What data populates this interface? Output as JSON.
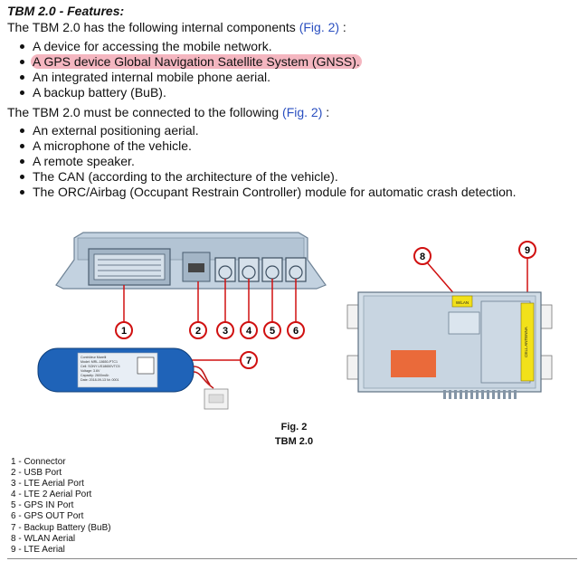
{
  "heading": "TBM 2.0 - Features:",
  "intro1": {
    "text": "The TBM 2.0 has the following internal components ",
    "ref": "(Fig. 2)",
    "tail": " :"
  },
  "internal": [
    "A device for accessing the mobile network.",
    "A GPS device Global Navigation Satellite System (GNSS).",
    "An integrated internal mobile phone aerial.",
    "A backup battery (BuB)."
  ],
  "intro2": {
    "text": "The TBM 2.0 must be connected to the following ",
    "ref": "(Fig. 2)",
    "tail": " :"
  },
  "external": [
    "An external positioning aerial.",
    "A microphone of the vehicle.",
    "A remote speaker.",
    "The CAN (according to the architecture of the vehicle).",
    "The ORC/Airbag (Occupant Restrain Controller) module for automatic crash detection."
  ],
  "figure": {
    "callouts": [
      "1",
      "2",
      "3",
      "4",
      "5",
      "6",
      "7",
      "8",
      "9"
    ],
    "battery_label": [
      "Contrôleur Marelli",
      "Model: MRL-18650-PTC1",
      "Cell: SONY US18650VTC5",
      "Voltage: 3.6V",
      "Capacity: 2600mAh",
      "Date: 2018-09-13  Nr. 0001"
    ],
    "wlan_mark": "W/LAN",
    "lte_mark": "CELL ANTENNA",
    "highlight_color": "#f4b6c0",
    "callout_color": "#d01010"
  },
  "caption": {
    "fig": "Fig. 2",
    "name": "TBM 2.0"
  },
  "legend": [
    "1 - Connector",
    "2 - USB Port",
    "3 - LTE Aerial Port",
    "4 - LTE 2 Aerial Port",
    "5 - GPS IN Port",
    "6 - GPS OUT Port",
    "7 - Backup Battery (BuB)",
    "8 - WLAN Aerial",
    "9 - LTE Aerial"
  ]
}
